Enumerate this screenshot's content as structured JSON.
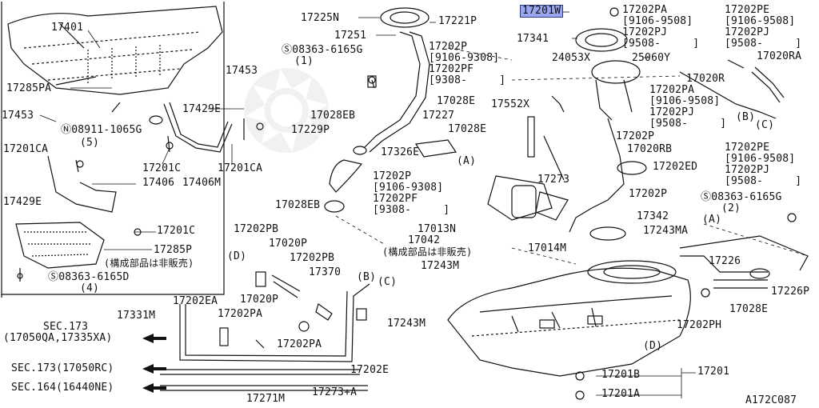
{
  "diagram": {
    "highlight_color": "#9aa7ee",
    "ink_color": "#111111",
    "labels": {
      "p17401": "17401",
      "p17285PA": "17285PA",
      "p17453a": "17453",
      "p17453b": "17453",
      "p17429Ea": "17429E",
      "p17429Eb": "17429E",
      "p08911": "08911-1065G",
      "p08911_qty": "(5)",
      "p17201CAa": "17201CA",
      "p17201CAb": "17201CA",
      "p17201Ca": "17201C",
      "p17201Cb": "17201C",
      "p17406": "17406",
      "p17406M": "17406M",
      "p17285P": "17285P",
      "note_jp1": "(構成部品は非販売)",
      "p08363_6165D": "08363-6165D",
      "p08363_6165D_qty": "(4)",
      "p17225N": "17225N",
      "p17221P": "17221P",
      "p17251": "17251",
      "p08363_6165Ga": "08363-6165G",
      "p08363_6165Ga_qty": "(1)",
      "p17202P_a": "17202P",
      "p9106_9308_a": "[9106-9308]",
      "p17202PF_a": "17202PF",
      "p9308_a": "[9308-     ]",
      "p17028EB_a": "17028EB",
      "p17028E_a": "17028E",
      "p17227": "17227",
      "p17028E_b": "17028E",
      "p17229P": "17229P",
      "p17326E": "17326E",
      "circA_a": "A",
      "p17202P_b": "17202P",
      "p9106_9308_b": "[9106-9308]",
      "p17202PF_b": "17202PF",
      "p9308_b": "[9308-     ]",
      "p17028EB_b": "17028EB",
      "p17013N": "17013N",
      "p17042": "17042",
      "note_jp2": "(構成部品は非販売)",
      "p17014M": "17014M",
      "p17201W": "17201W",
      "p17202PA_a": "17202PA",
      "p9106_9508_a": "[9106-9508]",
      "p17202PJ_a": "17202PJ",
      "p9508_a": "[9508-     ]",
      "p17202PE_a": "17202PE",
      "p9106_9508_b": "[9106-9508]",
      "p17202PJ_b": "17202PJ",
      "p9508_b": "[9508-     ]",
      "p17020RA": "17020RA",
      "p17341": "17341",
      "p24053X": "24053X",
      "p25060Y": "25060Y",
      "p17020R": "17020R",
      "p17202PA_b": "17202PA",
      "p9106_9508_c": "[9106-9508]",
      "p17202PJ_c": "17202PJ",
      "p9508_c": "[9508-     ]",
      "circB_a": "B",
      "circC_a": "C",
      "p17552X": "17552X",
      "p17202P_c": "17202P",
      "p17020RB": "17020RB",
      "p17202PE_b": "17202PE",
      "p9106_9508_d": "[9106-9508]",
      "p17202PJ_d": "17202PJ",
      "p9508_d": "[9508-     ]",
      "p17273": "17273",
      "p17202ED": "17202ED",
      "p17202P_d": "17202P",
      "p08363_6165Gb": "08363-6165G",
      "p08363_6165Gb_qty": "(2)",
      "p17342": "17342",
      "circA_b": "A",
      "p17243MA": "17243MA",
      "p17202PB_a": "17202PB",
      "p17020P_a": "17020P",
      "circD_a": "D",
      "p17202PB_b": "17202PB",
      "p17370": "17370",
      "circB_b": "B",
      "circC_b": "C",
      "p17243M_a": "17243M",
      "p17226": "17226",
      "p17226P": "17226P",
      "p17028E_c": "17028E",
      "p17202EA": "17202EA",
      "p17020P_b": "17020P",
      "p17331M": "17331M",
      "p17202PA_d": "17202PA",
      "p17243M_b": "17243M",
      "p17202PH": "17202PH",
      "sec173a": "SEC.173",
      "sec173a_sub": "(17050QA,17335XA)",
      "p17202PA_e": "17202PA",
      "circD_b": "D",
      "sec173b": "SEC.173(17050RC)",
      "p17202E": "17202E",
      "p17201B": "17201B",
      "p17201": "17201",
      "sec164": "SEC.164(16440NE)",
      "p17271M": "17271M",
      "p17273A": "17273+A",
      "p17201A": "17201A",
      "code": "A172C087"
    }
  }
}
